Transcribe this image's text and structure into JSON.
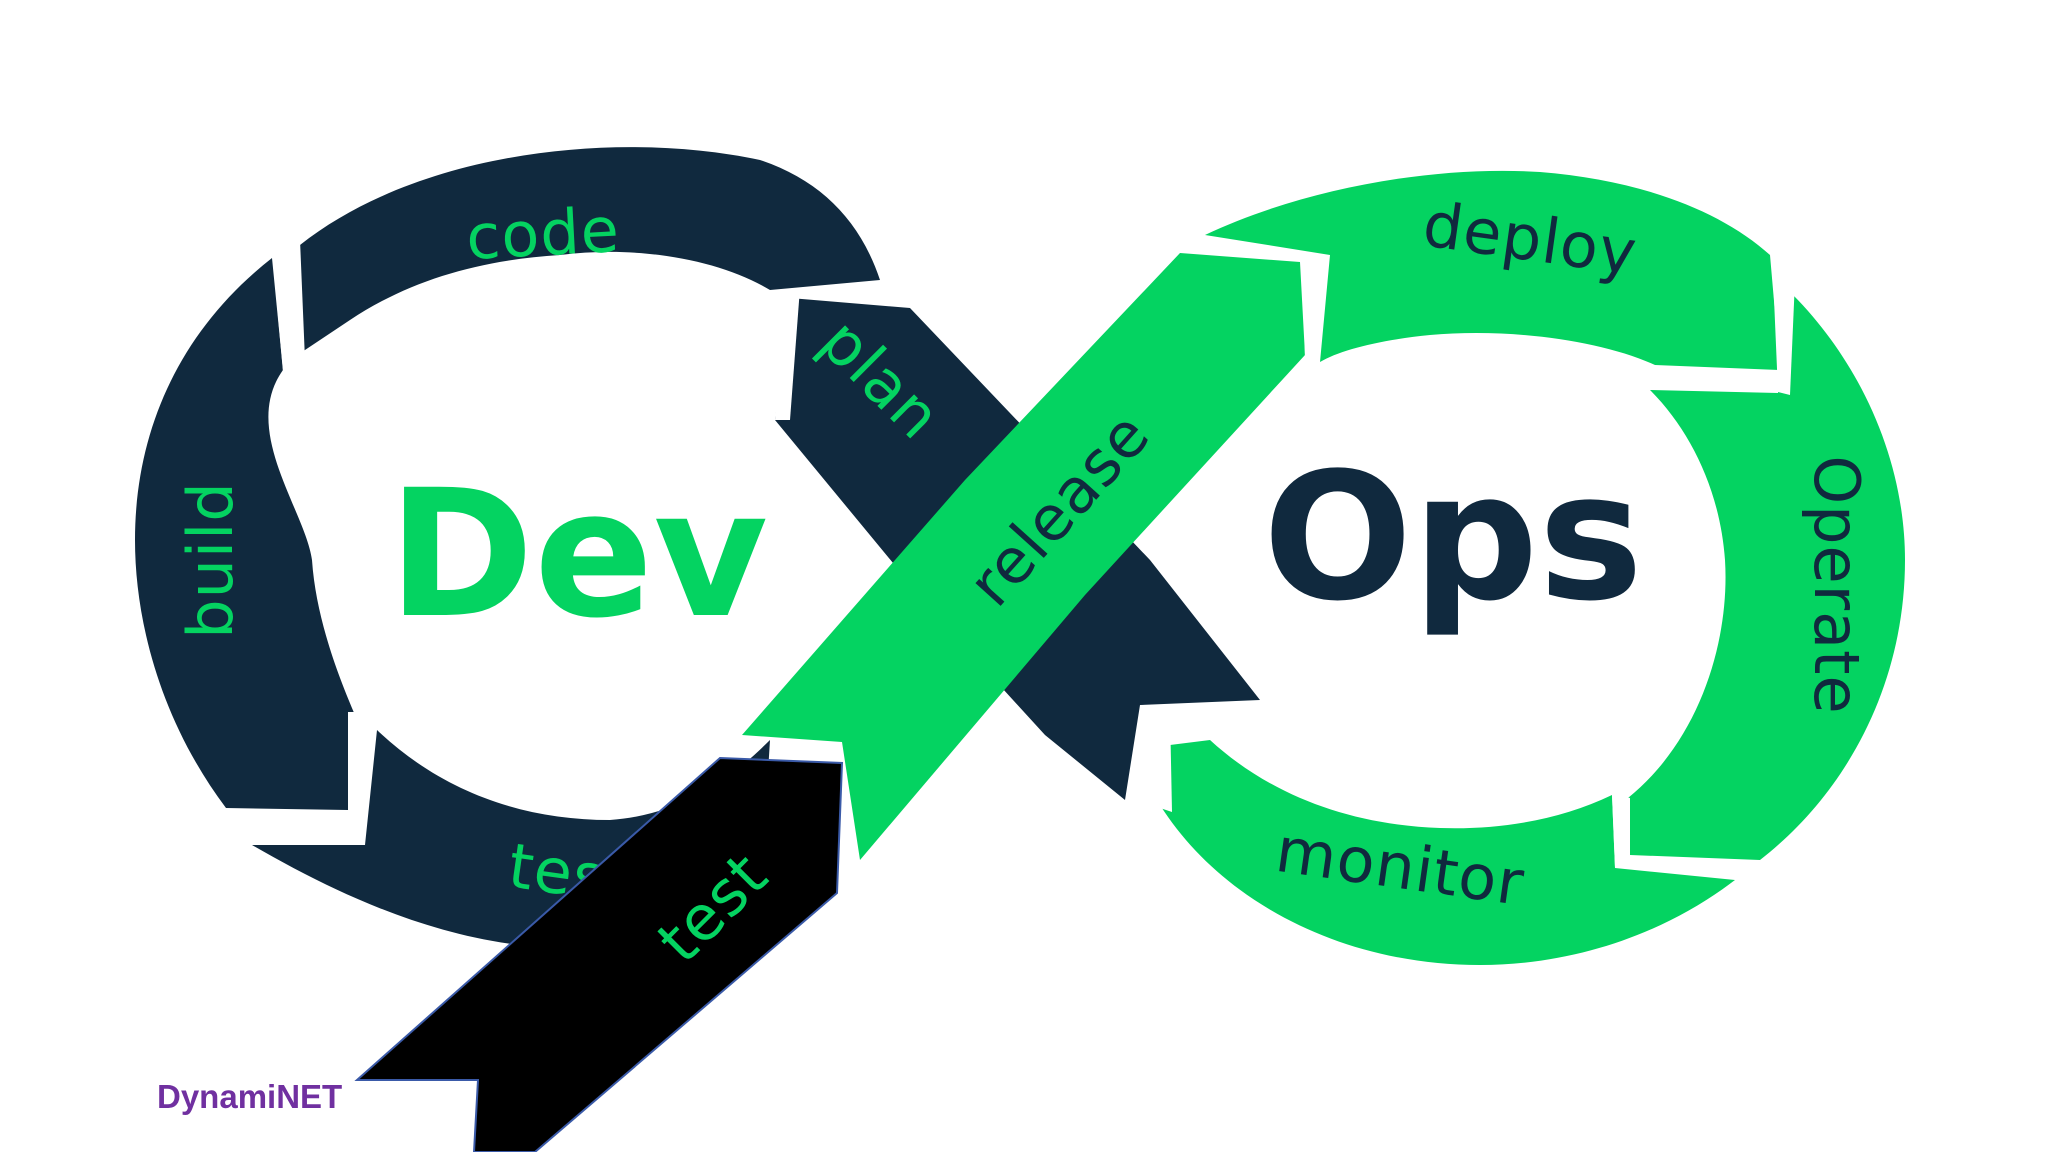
{
  "diagram": {
    "center_left": "Dev",
    "center_right": "Ops",
    "stages": {
      "code": "code",
      "plan": "plan",
      "build": "build",
      "test_hidden": "test",
      "release": "release",
      "deploy": "deploy",
      "operate": "Operate",
      "monitor": "monitor"
    },
    "overlay_label": "test"
  },
  "brand": "DynamiNET",
  "colors": {
    "dark": "#10293e",
    "green": "#04d361",
    "overlay": "#000000",
    "brand": "#7030a0",
    "background": "#ffffff"
  }
}
